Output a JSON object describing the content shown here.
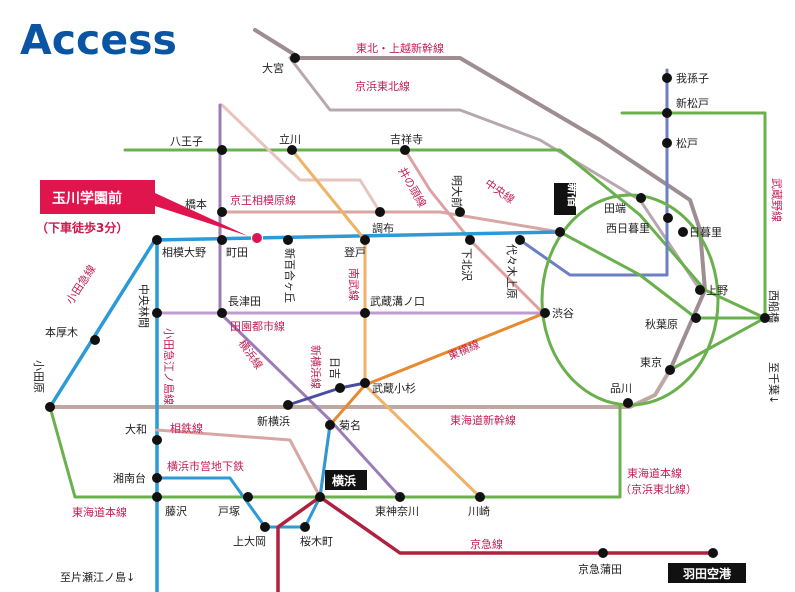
{
  "title": "Access",
  "callout": {
    "station": "玉川学園前",
    "note": "（下車徒歩3分）"
  },
  "colors": {
    "accent": "#0a55a3",
    "line_label": "#c41e57",
    "callout": "#e0154d",
    "tohoku_shinkansen": "#9e8d91",
    "keihin_tohoku": "#6b7fc6",
    "chuo": "#6ab04c",
    "keio_sagamihara": "#d8a7a3",
    "odakyu": "#2b9ad6",
    "den_en_toshi": "#c09bd0",
    "toyoko": "#e6892f",
    "nambu": "#eeb367",
    "tokaido_shinkansen": "#bfa8a3",
    "keikyu": "#b0203f",
    "blue_line": "#2b6db0"
  },
  "lines": {
    "tohoku_shinkansen": "東北・上越新幹線",
    "keihin_tohoku": "京浜東北線",
    "chuo": "中央線",
    "keio_sagamihara": "京王相模原線",
    "inokashira": "井の頭線",
    "odakyu": "小田急線",
    "odakyu_enoshima": "小田急江ノ島線",
    "den_en_toshi": "田園都市線",
    "yokohama": "横浜線",
    "shin_yokohama": "新横浜線",
    "nambu": "南武線",
    "toyoko": "東横線",
    "tokaido_shinkansen": "東海道新幹線",
    "sotetsu": "相鉄線",
    "yokohama_subway": "横浜市営地下鉄",
    "tokaido": "東海道本線",
    "tokaido_main": "東海道本線",
    "tokaido_main_sub": "（京浜東北線）",
    "keikyu": "京急線",
    "musashino": "武蔵野線"
  },
  "stations": {
    "omiya": "大宮",
    "abiko": "我孫子",
    "shin_matsudo": "新松戸",
    "matsudo": "松戸",
    "hachioji": "八王子",
    "tachikawa": "立川",
    "kichijoji": "吉祥寺",
    "hashimoto": "橋本",
    "chofu": "調布",
    "meidaimae": "明大前",
    "shinjuku": "新宿",
    "tabata": "田端",
    "nishi_nippori": "西日暮里",
    "nippori": "日暮里",
    "sagami_ono": "相模大野",
    "machida": "町田",
    "shin_yurigaoka": "新百合ヶ丘",
    "noborito": "登戸",
    "shimokitazawa": "下北沢",
    "yoyogi_uehara": "代々木上原",
    "ueno": "上野",
    "nagatsuta": "長津田",
    "chuo_rinkan": "中央林間",
    "musashi_mizonokuchi": "武蔵溝ノ口",
    "shibuya": "渋谷",
    "akihabara": "秋葉原",
    "nishi_funabashi": "西船橋",
    "hon_atsugi": "本厚木",
    "odawara": "小田原",
    "hiyoshi": "日吉",
    "musashi_kosugi": "武蔵小杉",
    "tokyo": "東京",
    "shinagawa": "品川",
    "shin_yokohama": "新横浜",
    "kikuna": "菊名",
    "to_chiba": "至千葉↓",
    "yamato": "大和",
    "shonandai": "湘南台",
    "yokohama": "横浜",
    "fujisawa": "藤沢",
    "totsuka": "戸塚",
    "higashi_kanagawa": "東神奈川",
    "kawasaki": "川崎",
    "kamiooka": "上大岡",
    "sakuragicho": "桜木町",
    "keikyu_kamata": "京急蒲田",
    "haneda": "羽田空港",
    "to_katase": "至片瀬江ノ島↓"
  }
}
